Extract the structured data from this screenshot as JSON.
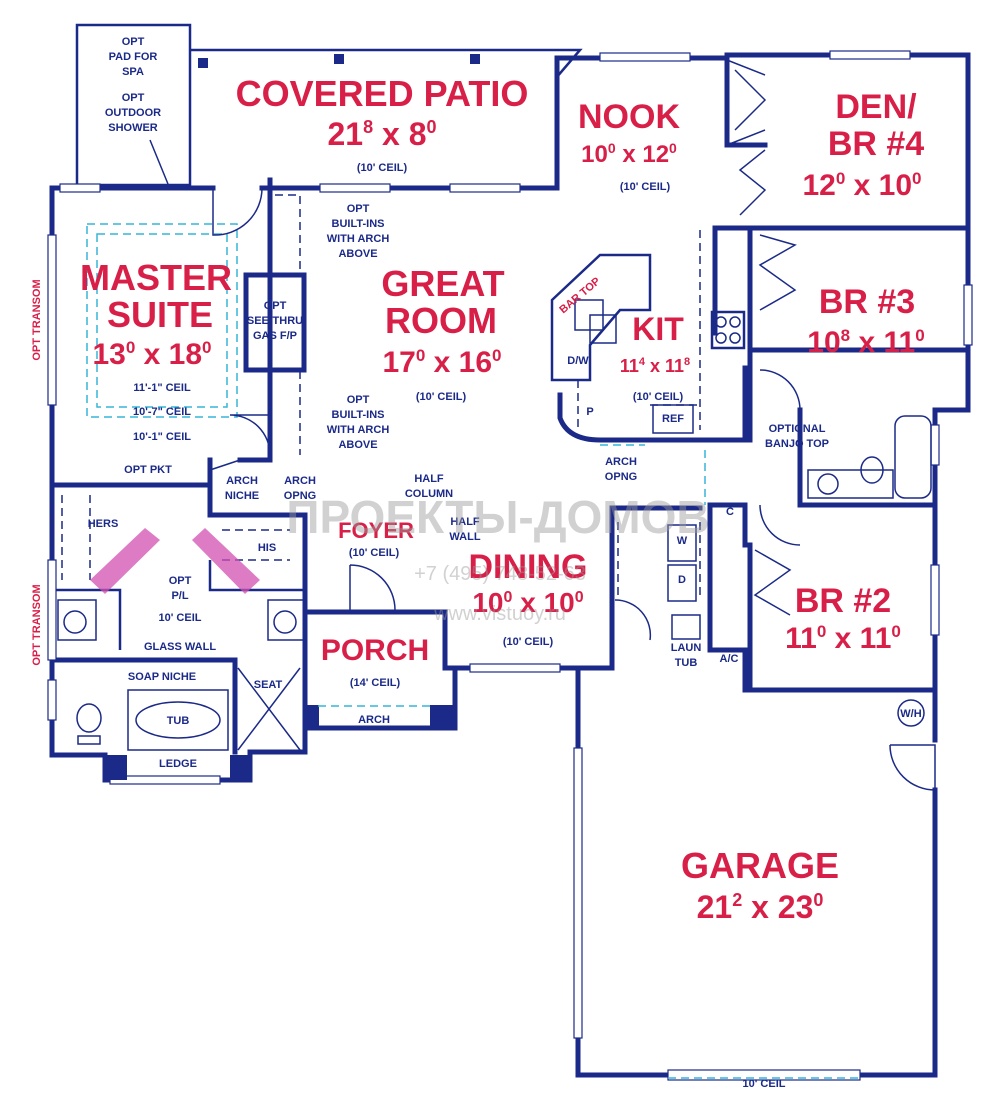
{
  "rooms": {
    "covered_patio": {
      "name": "COVERED PATIO",
      "dim_a": "21",
      "dim_a_sup": "8",
      "dim_b": "8",
      "dim_b_sup": "0",
      "ceil": "(10' CEIL)"
    },
    "nook": {
      "name": "NOOK",
      "dim_a": "10",
      "dim_a_sup": "0",
      "dim_b": "12",
      "dim_b_sup": "0",
      "ceil": "(10' CEIL)"
    },
    "den": {
      "name_1": "DEN/",
      "name_2": "BR #4",
      "dim_a": "12",
      "dim_a_sup": "0",
      "dim_b": "10",
      "dim_b_sup": "0"
    },
    "master": {
      "name_1": "MASTER",
      "name_2": "SUITE",
      "dim_a": "13",
      "dim_a_sup": "0",
      "dim_b": "18",
      "dim_b_sup": "0",
      "ceil_1": "11'-1\" CEIL",
      "ceil_2": "10'-7\" CEIL",
      "ceil_3": "10'-1\" CEIL"
    },
    "great": {
      "name_1": "GREAT",
      "name_2": "ROOM",
      "dim_a": "17",
      "dim_a_sup": "0",
      "dim_b": "16",
      "dim_b_sup": "0",
      "ceil": "(10' CEIL)"
    },
    "kit": {
      "name": "KIT",
      "dim_a": "11",
      "dim_a_sup": "4",
      "dim_b": "11",
      "dim_b_sup": "8",
      "ceil": "(10' CEIL)"
    },
    "br3": {
      "name": "BR #3",
      "dim_a": "10",
      "dim_a_sup": "8",
      "dim_b": "11",
      "dim_b_sup": "0"
    },
    "foyer": {
      "name": "FOYER",
      "ceil": "(10' CEIL)"
    },
    "dining": {
      "name": "DINING",
      "dim_a": "10",
      "dim_a_sup": "0",
      "dim_b": "10",
      "dim_b_sup": "0",
      "ceil": "(10' CEIL)"
    },
    "br2": {
      "name": "BR #2",
      "dim_a": "11",
      "dim_a_sup": "0",
      "dim_b": "11",
      "dim_b_sup": "0"
    },
    "porch": {
      "name": "PORCH",
      "ceil": "(14' CEIL)"
    },
    "garage": {
      "name": "GARAGE",
      "dim_a": "21",
      "dim_a_sup": "2",
      "dim_b": "23",
      "dim_b_sup": "0",
      "ceil": "10' CEIL"
    }
  },
  "notes": {
    "pad_1": "OPT",
    "pad_2": "PAD FOR",
    "pad_3": "SPA",
    "shower_1": "OPT",
    "shower_2": "OUTDOOR",
    "shower_3": "SHOWER",
    "builtin_top_1": "OPT",
    "builtin_top_2": "BUILT-INS",
    "builtin_top_3": "WITH ARCH",
    "builtin_top_4": "ABOVE",
    "builtin_bot_1": "OPT",
    "builtin_bot_2": "BUILT-INS",
    "builtin_bot_3": "WITH ARCH",
    "builtin_bot_4": "ABOVE",
    "fp_1": "OPT",
    "fp_2": "SEE-THRU",
    "fp_3": "GAS F/P",
    "transom_1": "OPT TRANSOM",
    "transom_2": "OPT TRANSOM",
    "bar_top": "BAR TOP",
    "dw": "D/W",
    "pantry": "P",
    "ref": "REF",
    "banjo_1": "OPTIONAL",
    "banjo_2": "BANJO TOP",
    "opt_pkt": "OPT PKT",
    "arch_niche_1": "ARCH",
    "arch_niche_2": "NICHE",
    "arch_opng_1": "ARCH",
    "arch_opng_2": "OPNG",
    "arch_opng_k1": "ARCH",
    "arch_opng_k2": "OPNG",
    "half_column_1": "HALF",
    "half_column_2": "COLUMN",
    "half_wall_1": "HALF",
    "half_wall_2": "WALL",
    "hers": "HERS",
    "his": "HIS",
    "opt_pl_1": "OPT",
    "opt_pl_2": "P/L",
    "bath_ceil": "10' CEIL",
    "glass_wall": "GLASS WALL",
    "soap_niche": "SOAP NICHE",
    "seat": "SEAT",
    "tub": "TUB",
    "ledge": "LEDGE",
    "porch_arch": "ARCH",
    "closet_c": "C",
    "washer": "W",
    "dryer": "D",
    "laun_1": "LAUN",
    "laun_2": "TUB",
    "ac": "A/C",
    "wh": "W/H"
  },
  "watermark": {
    "line_1": "ПРОЕКТЫ-ДОМОВ",
    "line_2": "+7 (495) 748-52-63",
    "line_3": "www.vistuoy.ru"
  }
}
